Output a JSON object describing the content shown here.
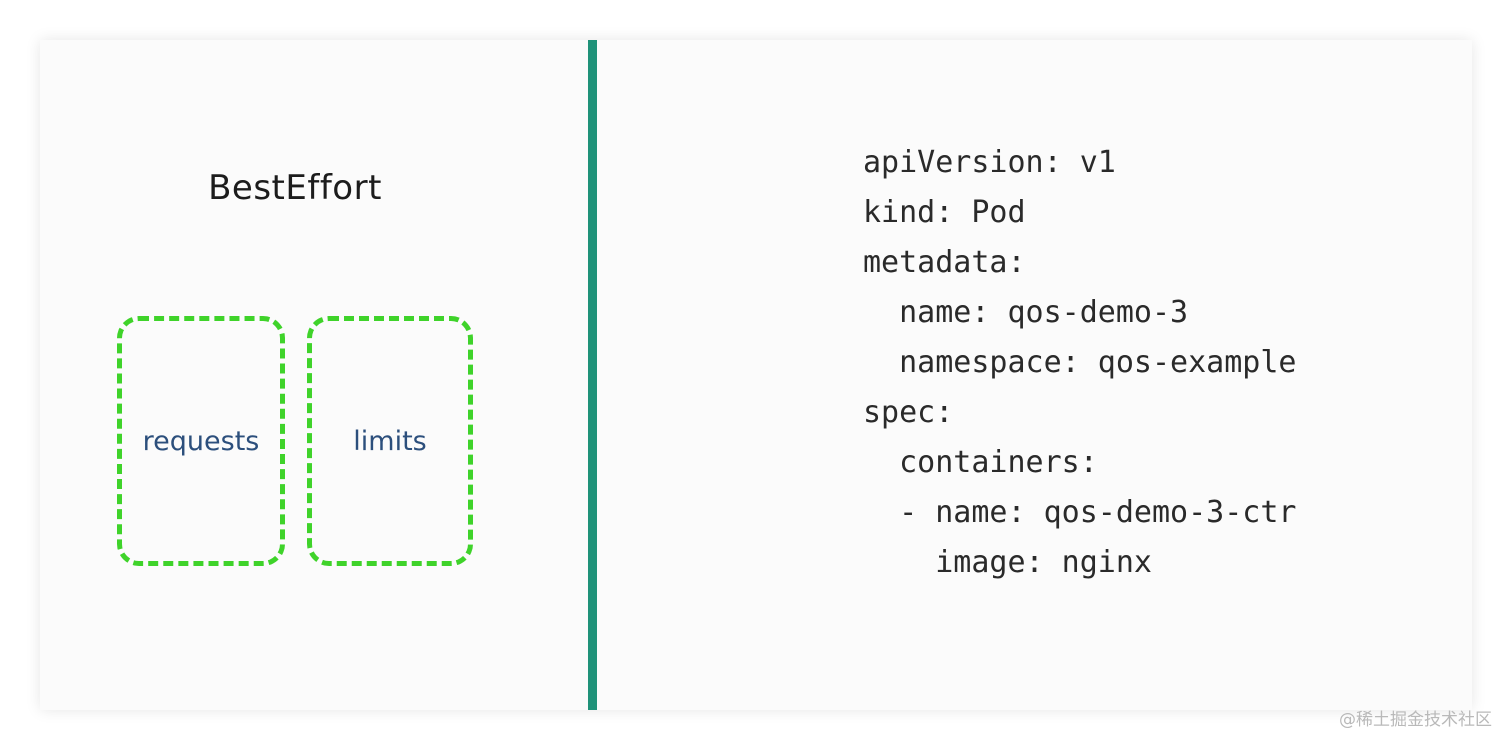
{
  "left_panel": {
    "title": "BestEffort",
    "boxes": [
      {
        "label": "requests"
      },
      {
        "label": "limits"
      }
    ]
  },
  "right_panel": {
    "code_lines": [
      "apiVersion: v1",
      "kind: Pod",
      "metadata:",
      "  name: qos-demo-3",
      "  namespace: qos-example",
      "spec:",
      "  containers:",
      "  - name: qos-demo-3-ctr",
      "    image: nginx"
    ]
  },
  "colors": {
    "divider": "#1f9279",
    "box_border": "#3fd32a",
    "box_label": "#2c4f7c"
  },
  "watermark": "@稀土掘金技术社区"
}
